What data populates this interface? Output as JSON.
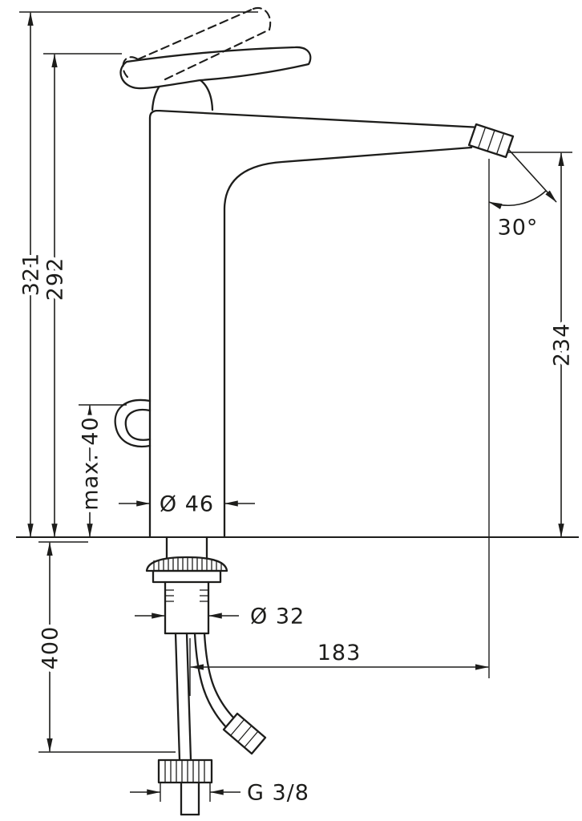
{
  "page": {
    "background": "#ffffff",
    "ink": "#1d1d1b"
  },
  "drawing": {
    "type": "technical-dimension-drawing",
    "labels": {
      "total_height": "321",
      "height_handle": "292",
      "spout_height": "234",
      "angle": "30°",
      "max_depth": "max. 40",
      "body_dia": "Ø 46",
      "install_depth": "400",
      "shank_dia": "Ø 32",
      "reach": "183",
      "thread": "G 3/8"
    }
  }
}
